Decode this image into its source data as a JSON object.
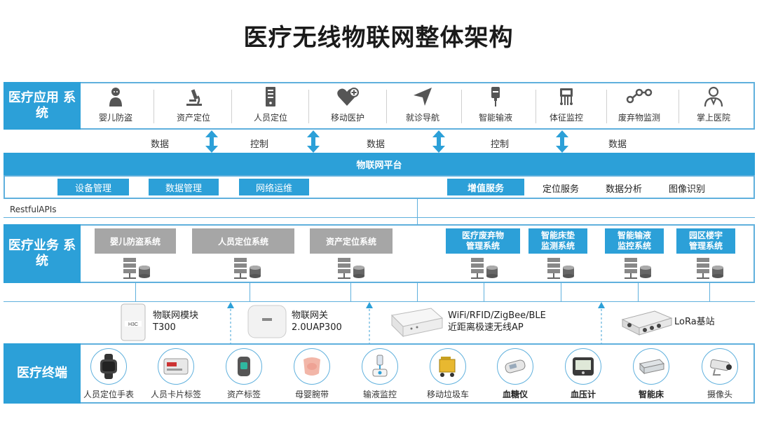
{
  "title": "医疗无线物联网整体架构",
  "app_layer": {
    "label": "医疗应用 系统",
    "items": [
      {
        "label": "婴儿防盗",
        "icon": "baby-icon"
      },
      {
        "label": "资产定位",
        "icon": "microscope-icon"
      },
      {
        "label": "人员定位",
        "icon": "server-icon"
      },
      {
        "label": "移动医护",
        "icon": "heart-plus-icon"
      },
      {
        "label": "就诊导航",
        "icon": "navigation-arrow-icon"
      },
      {
        "label": "智能输液",
        "icon": "iv-drip-icon"
      },
      {
        "label": "体征监控",
        "icon": "chip-icon"
      },
      {
        "label": "废弃物监测",
        "icon": "nodes-icon"
      },
      {
        "label": "掌上医院",
        "icon": "doctor-icon"
      }
    ]
  },
  "flow_labels": [
    "数据",
    "控制",
    "数据",
    "控制",
    "数据"
  ],
  "platform": {
    "title": "物联网平台",
    "left_services": [
      "设备管理",
      "数据管理",
      "网络运维"
    ],
    "value_added": "增值服务",
    "right_services": [
      "定位服务",
      "数据分析",
      "图像识别"
    ]
  },
  "restful": "RestfulAPIs",
  "business_layer": {
    "label": "医疗业务 系统",
    "grey_systems": [
      "婴儿防盗系统",
      "人员定位系统",
      "资产定位系统"
    ],
    "blue_systems": [
      [
        "医疗废弃物",
        "管理系统"
      ],
      [
        "智能床垫",
        "监测系统"
      ],
      [
        "智能输液",
        "监控系统"
      ],
      [
        "园区楼宇",
        "管理系统"
      ]
    ]
  },
  "devices": [
    {
      "line1": "物联网模块",
      "line2": "T300",
      "icon": "iot-module-icon"
    },
    {
      "line1": "物联网关",
      "line2": "2.0UAP300",
      "icon": "gateway-icon"
    },
    {
      "line1": "WiFi/RFID/ZigBee/BLE",
      "line2": "近距离极速无线AP",
      "icon": "access-point-icon"
    },
    {
      "line1": "LoRa基站",
      "line2": "",
      "icon": "lora-base-station-icon"
    }
  ],
  "terminal_layer": {
    "label": "医疗终端",
    "items": [
      {
        "label": "人员定位手表",
        "bold": false,
        "icon": "watch-icon"
      },
      {
        "label": "人员卡片标签",
        "bold": false,
        "icon": "card-tag-icon"
      },
      {
        "label": "资产标签",
        "bold": false,
        "icon": "asset-tag-icon"
      },
      {
        "label": "母婴腕带",
        "bold": false,
        "icon": "wristband-icon"
      },
      {
        "label": "输液监控",
        "bold": false,
        "icon": "infusion-monitor-icon"
      },
      {
        "label": "移动垃圾车",
        "bold": false,
        "icon": "trash-cart-icon"
      },
      {
        "label": "血糖仪",
        "bold": true,
        "icon": "glucometer-icon"
      },
      {
        "label": "血压计",
        "bold": true,
        "icon": "blood-pressure-icon"
      },
      {
        "label": "智能床",
        "bold": true,
        "icon": "smart-bed-icon"
      },
      {
        "label": "摄像头",
        "bold": false,
        "icon": "camera-icon"
      }
    ]
  },
  "colors": {
    "primary": "#2ca0d8",
    "border": "#5fb0dd",
    "grey": "#a6a6a6"
  }
}
